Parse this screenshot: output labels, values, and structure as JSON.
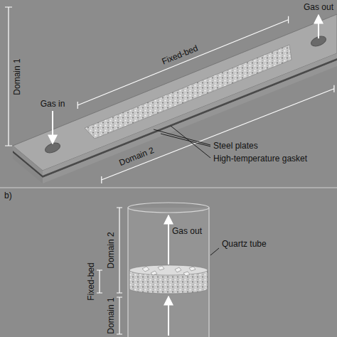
{
  "diagram": {
    "labels": [
      "Gas out",
      "Domain 1",
      "Gas in",
      "Fixed-bed",
      "Domain 2",
      "Steel plates",
      "High-temperature gasket",
      "b)",
      "Gas out",
      "Quartz tube",
      "Fixed-bed",
      "Domain 2",
      "Domain 1"
    ]
  }
}
